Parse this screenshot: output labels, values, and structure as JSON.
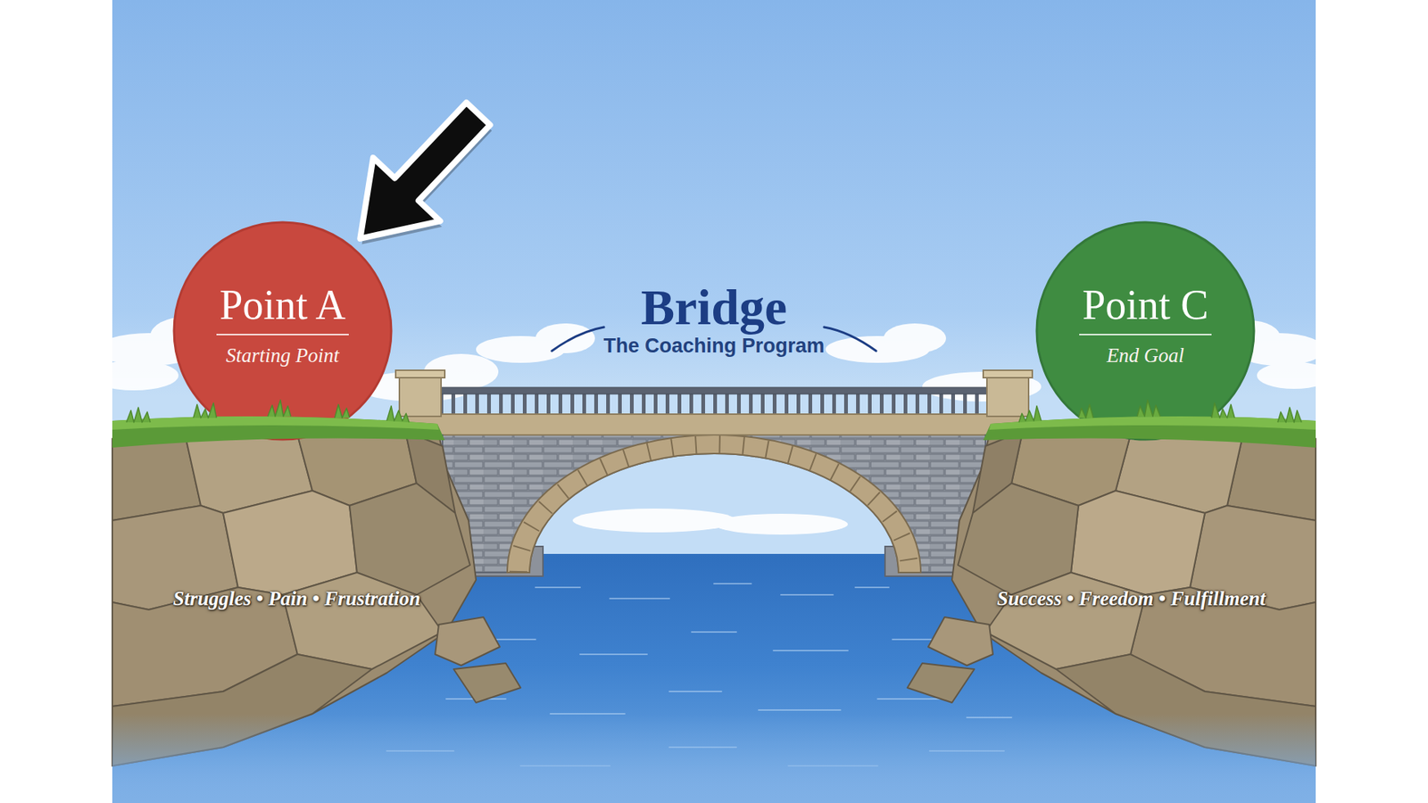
{
  "diagram": {
    "nodes": [
      {
        "text": [
          "Point A",
          "Starting Point"
        ]
      },
      {
        "text": [
          "Bridge",
          "The Coaching Program"
        ]
      },
      {
        "text": [
          "Point C",
          "End Goal"
        ]
      }
    ],
    "labels": [
      "Struggles • Pain • Frustration",
      "Success • Freedom • Fulfillment"
    ]
  }
}
